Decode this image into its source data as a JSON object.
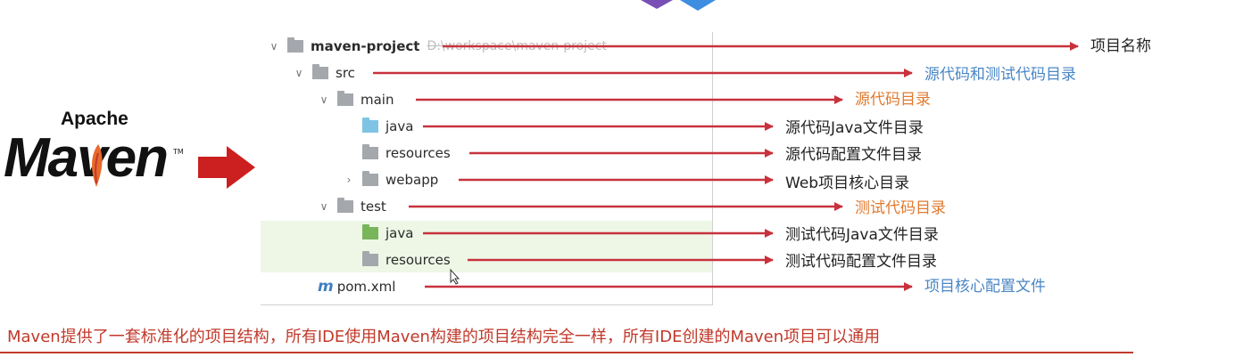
{
  "logo": {
    "apache": "Apache",
    "maven": "Maven",
    "tm": "TM"
  },
  "tree": {
    "root": {
      "name": "maven-project",
      "path": "D:\\workspace\\maven-project"
    },
    "items": [
      {
        "name": "src"
      },
      {
        "name": "main"
      },
      {
        "name": "java"
      },
      {
        "name": "resources"
      },
      {
        "name": "webapp"
      },
      {
        "name": "test"
      },
      {
        "name": "java"
      },
      {
        "name": "resources"
      },
      {
        "name": "pom.xml",
        "icon_letter": "m"
      }
    ]
  },
  "labels": [
    {
      "text": "项目名称",
      "color": "#222222"
    },
    {
      "text": "源代码和测试代码目录",
      "color": "#4a86c5"
    },
    {
      "text": "源代码目录",
      "color": "#e07a2e"
    },
    {
      "text": "源代码Java文件目录",
      "color": "#222222"
    },
    {
      "text": "源代码配置文件目录",
      "color": "#222222"
    },
    {
      "text": "Web项目核心目录",
      "color": "#222222"
    },
    {
      "text": "测试代码目录",
      "color": "#e07a2e"
    },
    {
      "text": "测试代码Java文件目录",
      "color": "#222222"
    },
    {
      "text": "测试代码配置文件目录",
      "color": "#222222"
    },
    {
      "text": "项目核心配置文件",
      "color": "#4a86c5"
    }
  ],
  "footer": {
    "text": "Maven提供了一套标准化的项目结构，所有IDE使用Maven构建的项目结构完全一样，所有IDE创建的Maven项目可以通用"
  },
  "colors": {
    "arrow": "#c8323c",
    "accent_red": "#c0392b",
    "highlight": "#eef7e6"
  }
}
